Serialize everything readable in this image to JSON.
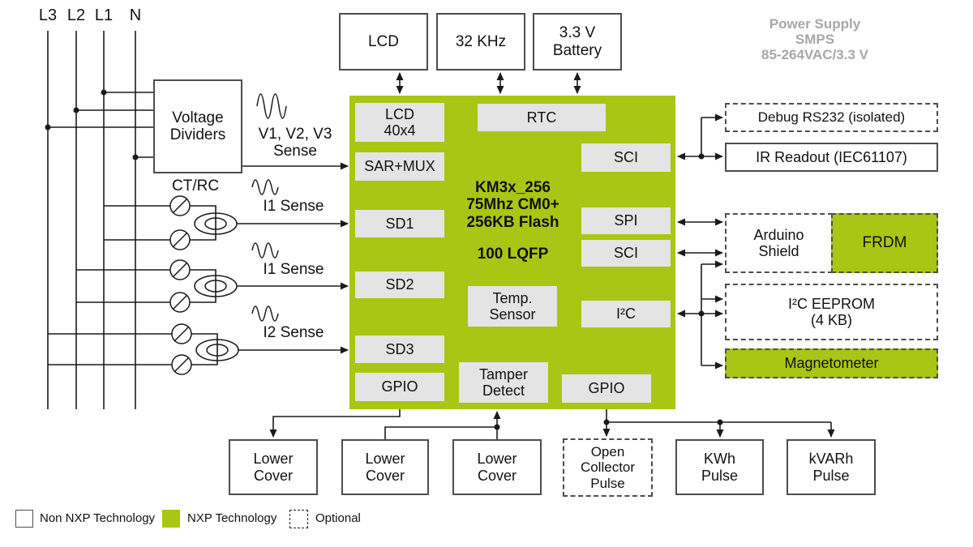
{
  "colors": {
    "nxp_green": "#A8C613",
    "box_gray": "#E4E4E4",
    "wire": "#1a1a1a",
    "border": "#4d4d4d",
    "note_gray": "#A7A7A7"
  },
  "power_lines": {
    "l3": "L3",
    "l2": "L2",
    "l1": "L1",
    "n": "N"
  },
  "left": {
    "voltage_dividers": "Voltage\nDividers",
    "v_sense": "V1, V2, V3\nSense",
    "ct_rc": "CT/RC",
    "i1_sense_a": "I1 Sense",
    "i1_sense_b": "I1 Sense",
    "i2_sense": "I2 Sense"
  },
  "top": {
    "lcd": "LCD",
    "xtal": "32 KHz",
    "battery": "3.3 V\nBattery",
    "power_note": "Power Supply\nSMPS\n85-264VAC/3.3 V"
  },
  "mcu": {
    "title": "KM3x_256\n75Mhz CM0+\n256KB Flash",
    "package": "100 LQFP",
    "lcd": "LCD\n40x4",
    "sar_mux": "SAR+MUX",
    "sd1": "SD1",
    "sd2": "SD2",
    "sd3": "SD3",
    "gpio_left": "GPIO",
    "rtc": "RTC",
    "sci1": "SCI",
    "spi": "SPI",
    "sci2": "SCI",
    "i2c": "I²C",
    "gpio_right": "GPIO",
    "temp_sensor": "Temp.\nSensor",
    "tamper": "Tamper\nDetect"
  },
  "right": {
    "debug": "Debug RS232 (isolated)",
    "ir": "IR Readout (IEC61107)",
    "arduino": "Arduino\nShield",
    "frdm": "FRDM",
    "eeprom": "I²C EEPROM\n(4 KB)",
    "magnetometer": "Magnetometer"
  },
  "bottom": {
    "lower1": "Lower\nCover",
    "lower2": "Lower\nCover",
    "lower3": "Lower\nCover",
    "open_collector": "Open\nCollector\nPulse",
    "kwh": "KWh\nPulse",
    "kvarh": "kVARh\nPulse"
  },
  "legend": {
    "non_nxp": "Non NXP Technology",
    "nxp": "NXP Technology",
    "optional": "Optional"
  }
}
